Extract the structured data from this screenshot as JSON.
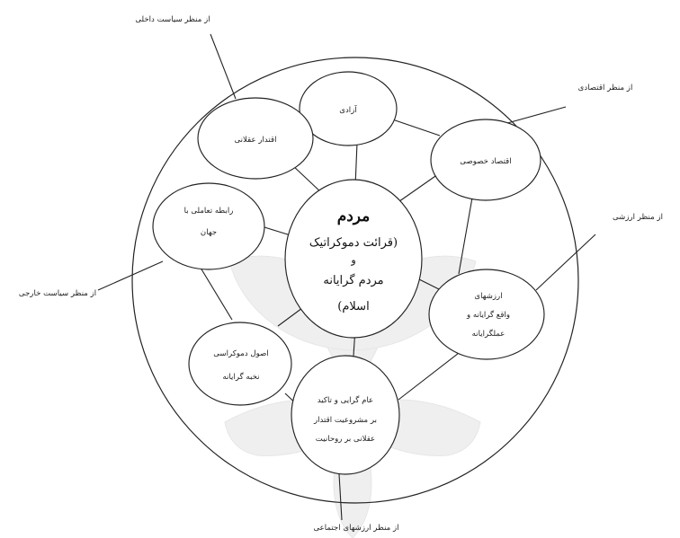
{
  "diagram": {
    "outer_labels": {
      "domestic_politics": "از منظر سیاست داخلی",
      "economic": "از منظر اقتصادی",
      "value": "از منظر ارزشی",
      "foreign_policy": "از منظر سیاست خارجی",
      "social_values": "از منظر ارزشهای اجتماعی"
    },
    "nodes": {
      "freedom": [
        "آزادی"
      ],
      "authority": [
        "اقتدار عقلانی"
      ],
      "private_economy": [
        "اقتصاد خصوصی"
      ],
      "world_relation": [
        "رابطه تعاملی با",
        "جهان"
      ],
      "realist_values": [
        "ارزشهای",
        "واقع گرایانه و",
        "عملگرایانه"
      ],
      "elitist_democracy": [
        "اصول دموکراسی",
        "نخبه گرایانه"
      ],
      "secularism": [
        "عام گرایی و تاکید",
        "بر مشروعیت اقتدار",
        "عقلانی بر روحانیت"
      ]
    },
    "center": {
      "title": "مردم",
      "lines": [
        "(قرائت دموکراتیک",
        "و",
        "مردم گرایانه",
        "اسلام)"
      ]
    }
  }
}
